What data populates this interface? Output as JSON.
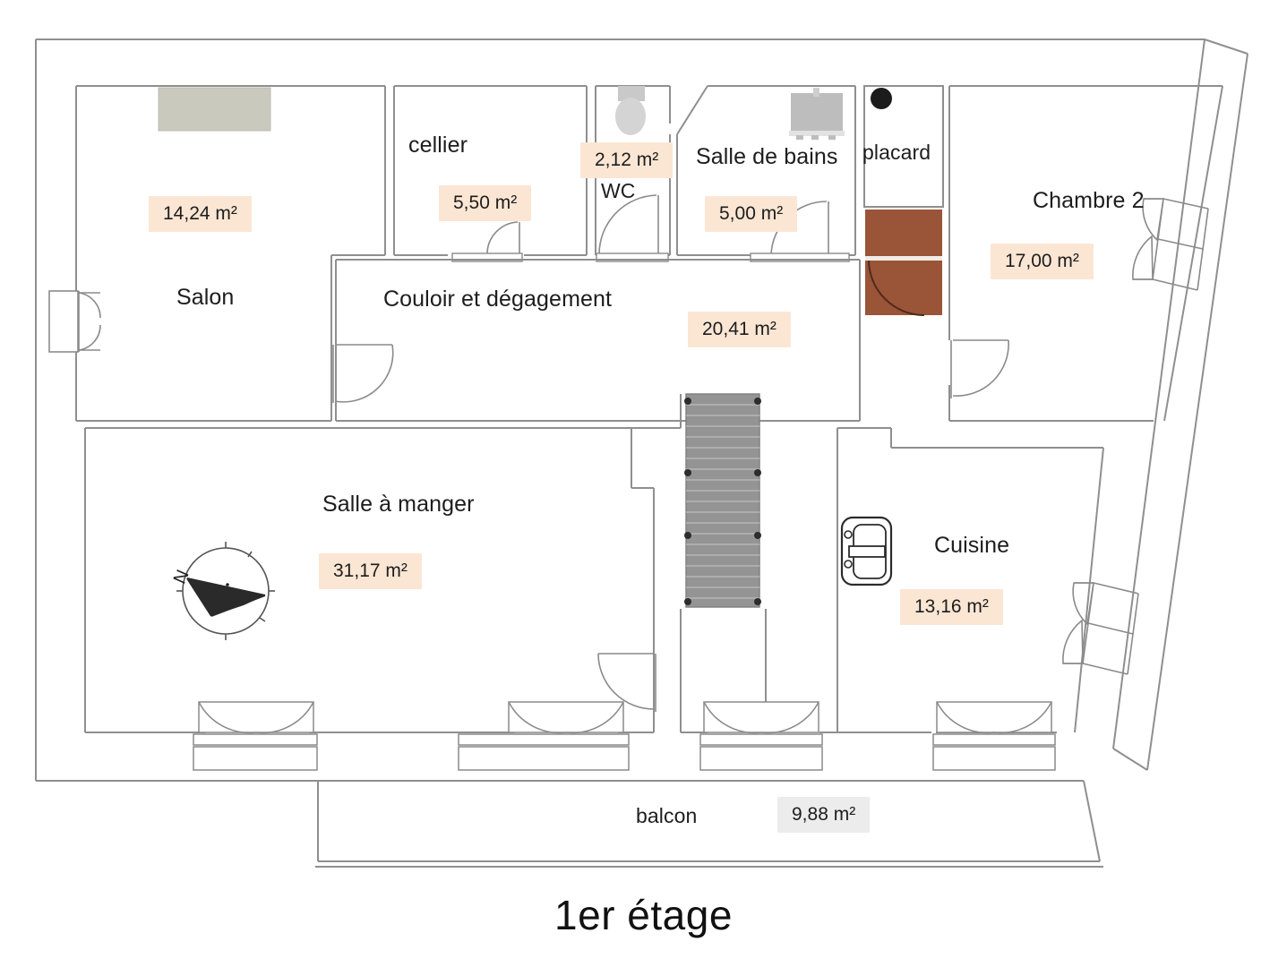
{
  "title": "1er étage",
  "rooms": [
    {
      "id": "salon",
      "name": "Salon",
      "area": "14,24 m²"
    },
    {
      "id": "cellier",
      "name": "cellier",
      "area": "5,50 m²"
    },
    {
      "id": "wc",
      "name": "WC",
      "area": "2,12 m²"
    },
    {
      "id": "sdb",
      "name": "Salle de bains",
      "area": "5,00 m²"
    },
    {
      "id": "placard",
      "name": "placard",
      "area": ""
    },
    {
      "id": "chambre2",
      "name": "Chambre 2",
      "area": "17,00 m²"
    },
    {
      "id": "couloir",
      "name": "Couloir et dégagement",
      "area": "20,41 m²"
    },
    {
      "id": "sam",
      "name": "Salle à manger",
      "area": "31,17 m²"
    },
    {
      "id": "cuisine",
      "name": "Cuisine",
      "area": "13,16 m²"
    },
    {
      "id": "balcon",
      "name": "balcon",
      "area": "9,88 m²"
    }
  ],
  "compass": {
    "label": "N"
  },
  "colors": {
    "wall": "#8a8a8a",
    "thin_wall": "#9a9a9a",
    "area_badge_bg": "#fbe6d4",
    "balcony_badge_bg": "#ececec",
    "door_brown": "#9a5438",
    "stair_gray": "#949494",
    "furniture_gray": "#c9c9bd",
    "fixture_gray": "#c4c4c4",
    "text": "#1d1d1d",
    "background": "#ffffff"
  }
}
